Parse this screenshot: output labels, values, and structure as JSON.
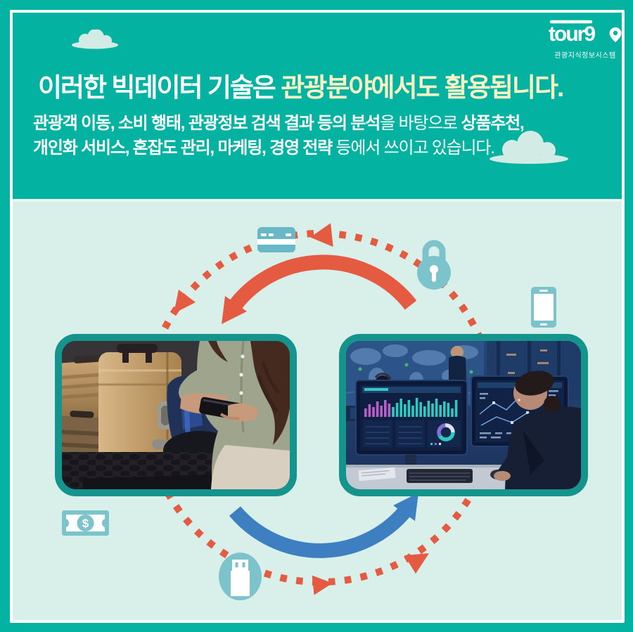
{
  "card": {
    "logo": {
      "brand": "tour9",
      "subtitle": "관광지식정보시스템"
    },
    "header": {
      "title": {
        "white": "이러한 빅데이터 기술은 ",
        "accent": "관광분야에서도 활용됩니다."
      },
      "paragraph": {
        "seg1_bold": "관광객 이동, 소비 행태, 관광정보 검색 결과 등의 분석",
        "seg2_regular": "을 바탕으로 ",
        "seg3_bold": "상품추천,",
        "seg4_bold": "개인화 서비스, 혼잡도 관리, 마케팅, 경영 전략",
        "seg5_regular": " 등에서 쓰이고 있습니다."
      }
    },
    "diagram": {
      "money_symbol": "$",
      "icons": [
        "credit-card",
        "lock",
        "smartphone",
        "money-bill",
        "usb-drive",
        "cloud"
      ],
      "photos": [
        {
          "name": "traveler-luggage",
          "description": "여행자가 차 트렁크 짐 옆에서 스마트폰 사용"
        },
        {
          "name": "data-control-room",
          "description": "관제실 모니터에서 데이터 대시보드 분석"
        }
      ]
    },
    "colors": {
      "teal": "#04b2a1",
      "mint": "#d9efe9",
      "cream": "#fbf3c3",
      "orange": "#e55b41",
      "blue": "#3d7fc1",
      "icon_teal": "#7cc3cb",
      "photo_border": "#15938d",
      "cloud": "#d2ece5"
    }
  }
}
